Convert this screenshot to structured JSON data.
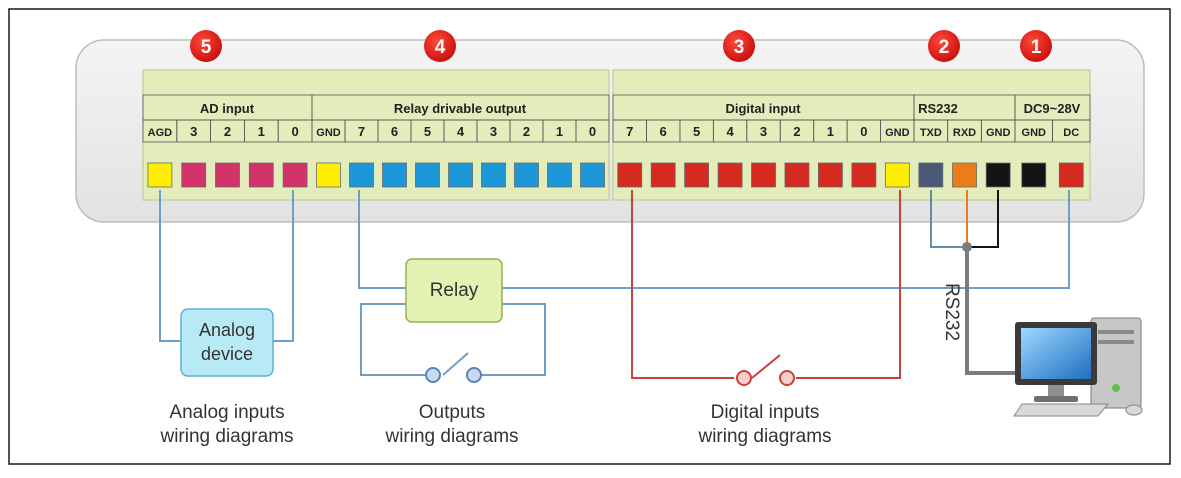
{
  "badges": [
    {
      "id": "1",
      "label": "1"
    },
    {
      "id": "2",
      "label": "2"
    },
    {
      "id": "3",
      "label": "3"
    },
    {
      "id": "4",
      "label": "4"
    },
    {
      "id": "5",
      "label": "5"
    }
  ],
  "groups": {
    "ad_input": "AD input",
    "relay_output": "Relay drivable output",
    "digital_input": "Digital input",
    "rs232": "RS232",
    "dc": "DC9~28V"
  },
  "pins": {
    "ad": [
      "AGD",
      "3",
      "2",
      "1",
      "0"
    ],
    "relay": [
      "GND",
      "7",
      "6",
      "5",
      "4",
      "3",
      "2",
      "1",
      "0"
    ],
    "digital": [
      "7",
      "6",
      "5",
      "4",
      "3",
      "2",
      "1",
      "0",
      "GND"
    ],
    "rs232": [
      "TXD",
      "RXD",
      "GND"
    ],
    "dc": [
      "GND",
      "DC"
    ]
  },
  "devices": {
    "relay": "Relay",
    "analog_line1": "Analog",
    "analog_line2": "device",
    "rs232_cable": "RS232"
  },
  "captions": {
    "analog_line1": "Analog inputs",
    "analog_line2": "wiring diagrams",
    "outputs_line1": "Outputs",
    "outputs_line2": "wiring diagrams",
    "digital_line1": "Digital inputs",
    "digital_line2": "wiring diagrams"
  },
  "colors": {
    "badge": "#e01010",
    "strip": "#e3edbc",
    "terminal_yellow": "#ffee00",
    "terminal_pink": "#d2336b",
    "terminal_blue": "#1c97d8",
    "terminal_red": "#d42a1f",
    "terminal_slate": "#4b5878",
    "terminal_orange": "#ea7d1a",
    "terminal_black": "#141414",
    "wire_blue": "#6f9fc6",
    "wire_red": "#c8423a",
    "wire_gray": "#7c7c7c"
  }
}
